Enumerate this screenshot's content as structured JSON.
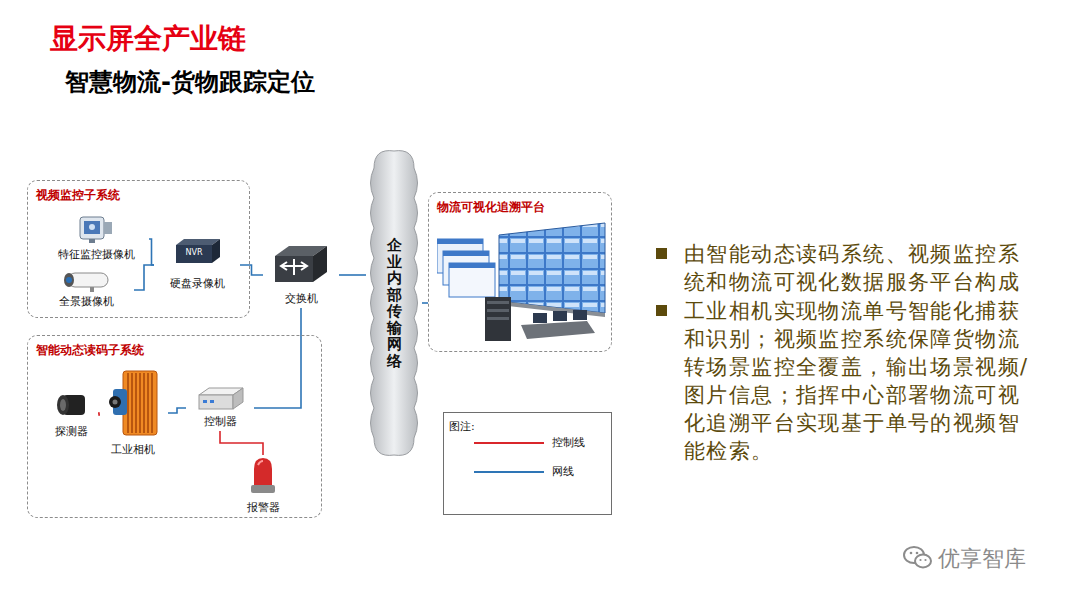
{
  "diagram": {
    "title": "显示屏全产业链",
    "nodes": [
      {
        "text": [
          "视频监控子系统"
        ]
      },
      {
        "text": [
          "特征监控摄像机"
        ],
        "in": 0
      },
      {
        "text": [
          "全景摄像机"
        ],
        "in": 0
      },
      {
        "text": [
          "硬盘录像机"
        ],
        "in": 0
      },
      {
        "text": [
          "交换机"
        ]
      },
      {
        "text": [
          "企业内部传输网络"
        ]
      },
      {
        "text": [
          "物流可视化追溯平台"
        ]
      },
      {
        "text": [
          "智能动态读码子系统"
        ]
      },
      {
        "text": [
          "探测器"
        ],
        "in": 7
      },
      {
        "text": [
          "工业相机"
        ],
        "in": 7
      },
      {
        "text": [
          "控制器"
        ],
        "in": 7
      },
      {
        "text": [
          "报警器"
        ],
        "in": 7
      }
    ],
    "edges": [
      {
        "from": 1,
        "to": 3,
        "arrow": "none"
      },
      {
        "from": 2,
        "to": 3,
        "arrow": "none"
      },
      {
        "from": 3,
        "to": 4,
        "arrow": "none"
      },
      {
        "from": 4,
        "to": 5,
        "arrow": "none"
      },
      {
        "from": 5,
        "to": 6,
        "arrow": "none"
      },
      {
        "from": 10,
        "to": 4,
        "arrow": "none"
      },
      {
        "from": 9,
        "to": 10,
        "arrow": "none"
      },
      {
        "from": 8,
        "to": 9,
        "arrow": "none"
      },
      {
        "from": 10,
        "to": 11,
        "arrow": "none"
      }
    ],
    "labels": [
      "智慧物流-货物跟踪定位",
      "NVR",
      "图注:",
      "由智能动态读码系统、视频监控系统和物流可视化数据服务平台构成",
      "工业相机实现物流单号智能化捕获和识别；视频监控系统保障货物流转场景监控全覆盖，输出场景视频/图片信息；指挥中心部署物流可视化追溯平台实现基于单号的视频智能检索。",
      "优享智库"
    ],
    "legend": [
      {
        "text": "控制线"
      },
      {
        "text": "网线"
      }
    ]
  }
}
